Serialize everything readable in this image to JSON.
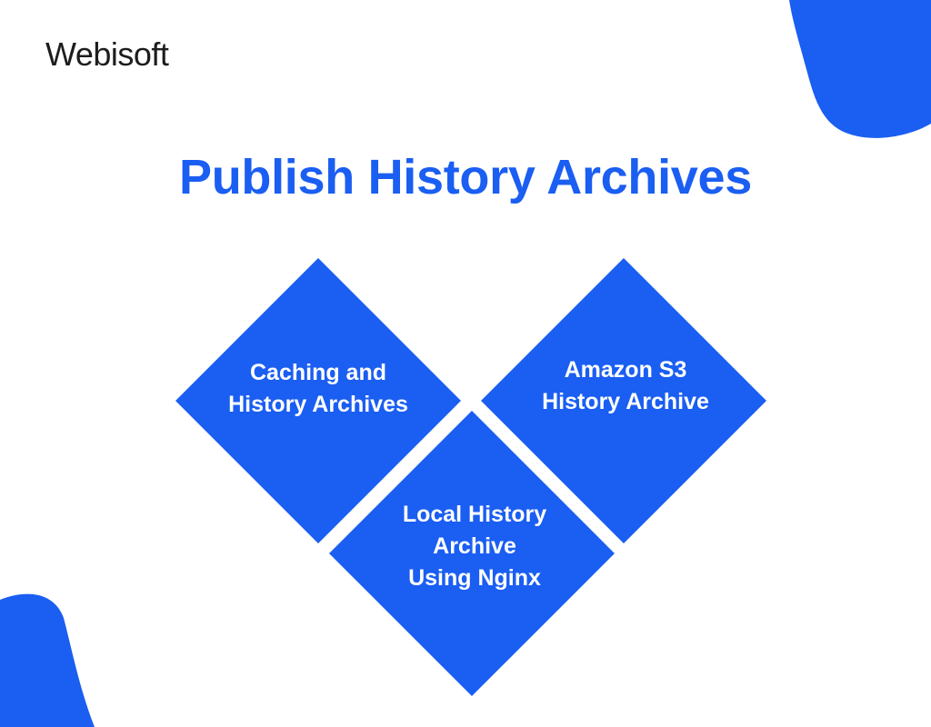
{
  "brand": {
    "logo_text": "Webisoft"
  },
  "title": "Publish History Archives",
  "colors": {
    "accent": "#1a5ef2",
    "logo_text": "#1d1d1d",
    "background": "#ffffff"
  },
  "nodes": [
    {
      "lines": [
        "Caching and",
        "History Archives"
      ]
    },
    {
      "lines": [
        "Amazon S3",
        "History Archive"
      ]
    },
    {
      "lines": [
        "Local History",
        "Archive",
        "Using Nginx"
      ]
    }
  ]
}
